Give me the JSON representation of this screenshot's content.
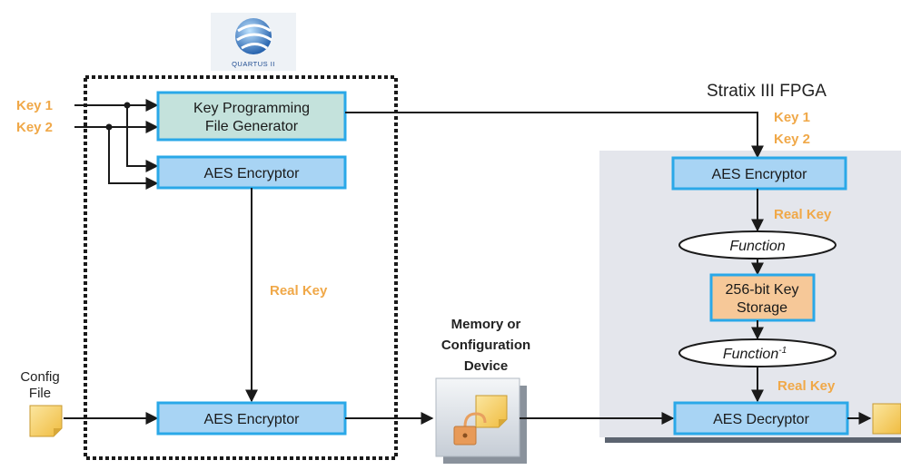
{
  "logo": {
    "text": "QUARTUS II"
  },
  "inputs": {
    "key1": "Key 1",
    "key2": "Key 2",
    "config_file": [
      "Config",
      "File"
    ]
  },
  "quartus": {
    "kpfg": [
      "Key Programming",
      "File Generator"
    ],
    "aes_encryptor_top": "AES Encryptor",
    "aes_encryptor_bottom": "AES Encryptor",
    "real_key": "Real Key"
  },
  "memory_device": [
    "Memory or",
    "Configuration",
    "Device"
  ],
  "fpga": {
    "title": "Stratix III FPGA",
    "key1": "Key 1",
    "key2": "Key 2",
    "aes_encryptor": "AES Encryptor",
    "real_key_1": "Real Key",
    "function": "Function",
    "storage": [
      "256-bit Key",
      "Storage"
    ],
    "function_inv": "Function",
    "function_inv_sup": "-1",
    "real_key_2": "Real Key",
    "aes_decryptor": "AES Decryptor"
  },
  "colors": {
    "key_orange": "#f0a848",
    "box_fill": "#a8d4f4",
    "box_border": "#2aa8e8",
    "kpfg_fill": "#c4e2dc",
    "storage_fill": "#f6c898",
    "fpga_bg": "#e4e6ec",
    "fpga_shadow": "#5c6470",
    "file_fill": "#f6d060"
  }
}
